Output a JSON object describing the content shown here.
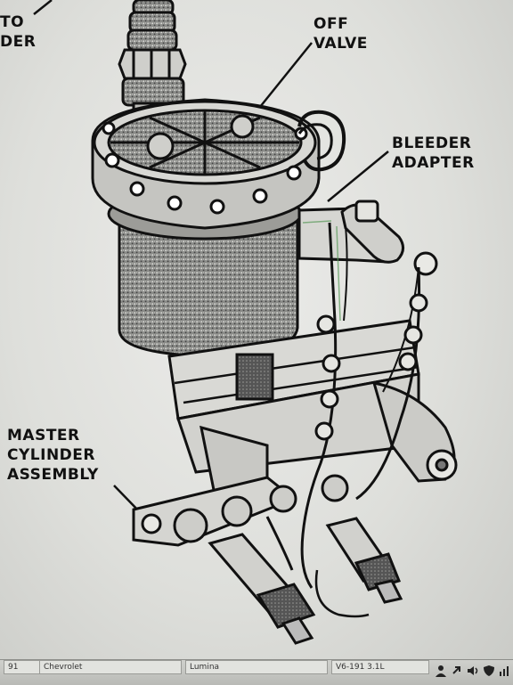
{
  "callouts": {
    "to_cylinder": "TO\nDER",
    "off_valve": "OFF\nVALVE",
    "bleeder_adapter": "BLEEDER\nADAPTER",
    "master_cylinder_assembly": "MASTER\nCYLINDER\nASSEMBLY"
  },
  "status_bar": {
    "page": "91",
    "make": "Chevrolet",
    "model": "Lumina",
    "engine": "V6-191 3.1L"
  },
  "tray_icons": [
    "user-icon",
    "arrow-icon",
    "speaker-icon",
    "shield-icon",
    "network-icon"
  ]
}
